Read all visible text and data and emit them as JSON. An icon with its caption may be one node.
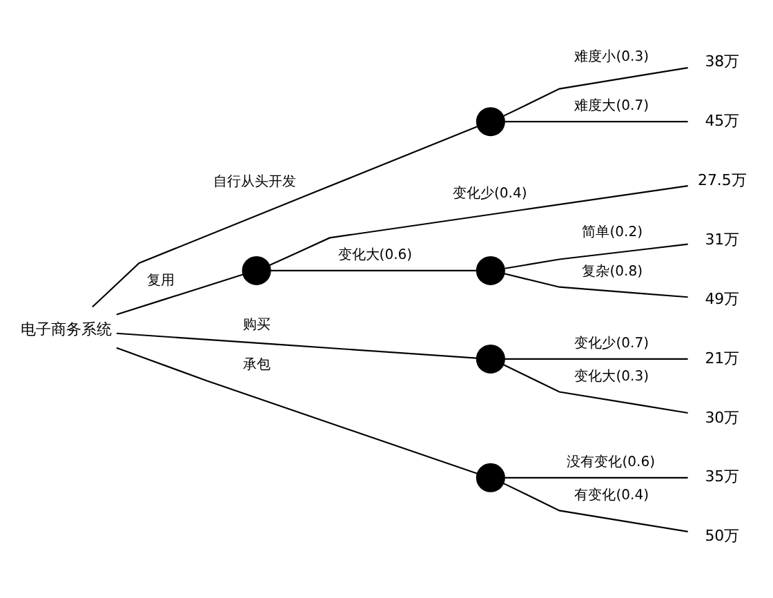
{
  "diagram": {
    "nodes": [
      {
        "text": [
          "电子商务系统"
        ]
      },
      {
        "text": [],
        "shape": "circle"
      },
      {
        "text": [
          "38万"
        ]
      },
      {
        "text": [
          "45万"
        ]
      },
      {
        "text": [],
        "shape": "circle"
      },
      {
        "text": [
          "27.5万"
        ]
      },
      {
        "text": [],
        "shape": "circle"
      },
      {
        "text": [
          "31万"
        ]
      },
      {
        "text": [
          "49万"
        ]
      },
      {
        "text": [],
        "shape": "circle"
      },
      {
        "text": [
          "21万"
        ]
      },
      {
        "text": [
          "30万"
        ]
      },
      {
        "text": [],
        "shape": "circle"
      },
      {
        "text": [
          "35万"
        ]
      },
      {
        "text": [
          "50万"
        ]
      }
    ],
    "edges": [
      {
        "from": 0,
        "to": 1,
        "arrow": "none",
        "label": "自行从头开发"
      },
      {
        "from": 1,
        "to": 2,
        "arrow": "none",
        "label": "难度小(0.3)"
      },
      {
        "from": 1,
        "to": 3,
        "arrow": "none",
        "label": "难度大(0.7)"
      },
      {
        "from": 0,
        "to": 4,
        "arrow": "none",
        "label": "复用"
      },
      {
        "from": 4,
        "to": 5,
        "arrow": "none",
        "label": "变化少(0.4)"
      },
      {
        "from": 4,
        "to": 6,
        "arrow": "none",
        "label": "变化大(0.6)"
      },
      {
        "from": 6,
        "to": 7,
        "arrow": "none",
        "label": "简单(0.2)"
      },
      {
        "from": 6,
        "to": 8,
        "arrow": "none",
        "label": "复杂(0.8)"
      },
      {
        "from": 0,
        "to": 9,
        "arrow": "none",
        "label": "购买"
      },
      {
        "from": 9,
        "to": 10,
        "arrow": "none",
        "label": "变化少(0.7)"
      },
      {
        "from": 9,
        "to": 11,
        "arrow": "none",
        "label": "变化大(0.3)"
      },
      {
        "from": 0,
        "to": 12,
        "arrow": "none",
        "label": "承包"
      },
      {
        "from": 12,
        "to": 13,
        "arrow": "none",
        "label": "没有变化(0.6)"
      },
      {
        "from": 12,
        "to": 14,
        "arrow": "none",
        "label": "有变化(0.4)"
      }
    ]
  }
}
